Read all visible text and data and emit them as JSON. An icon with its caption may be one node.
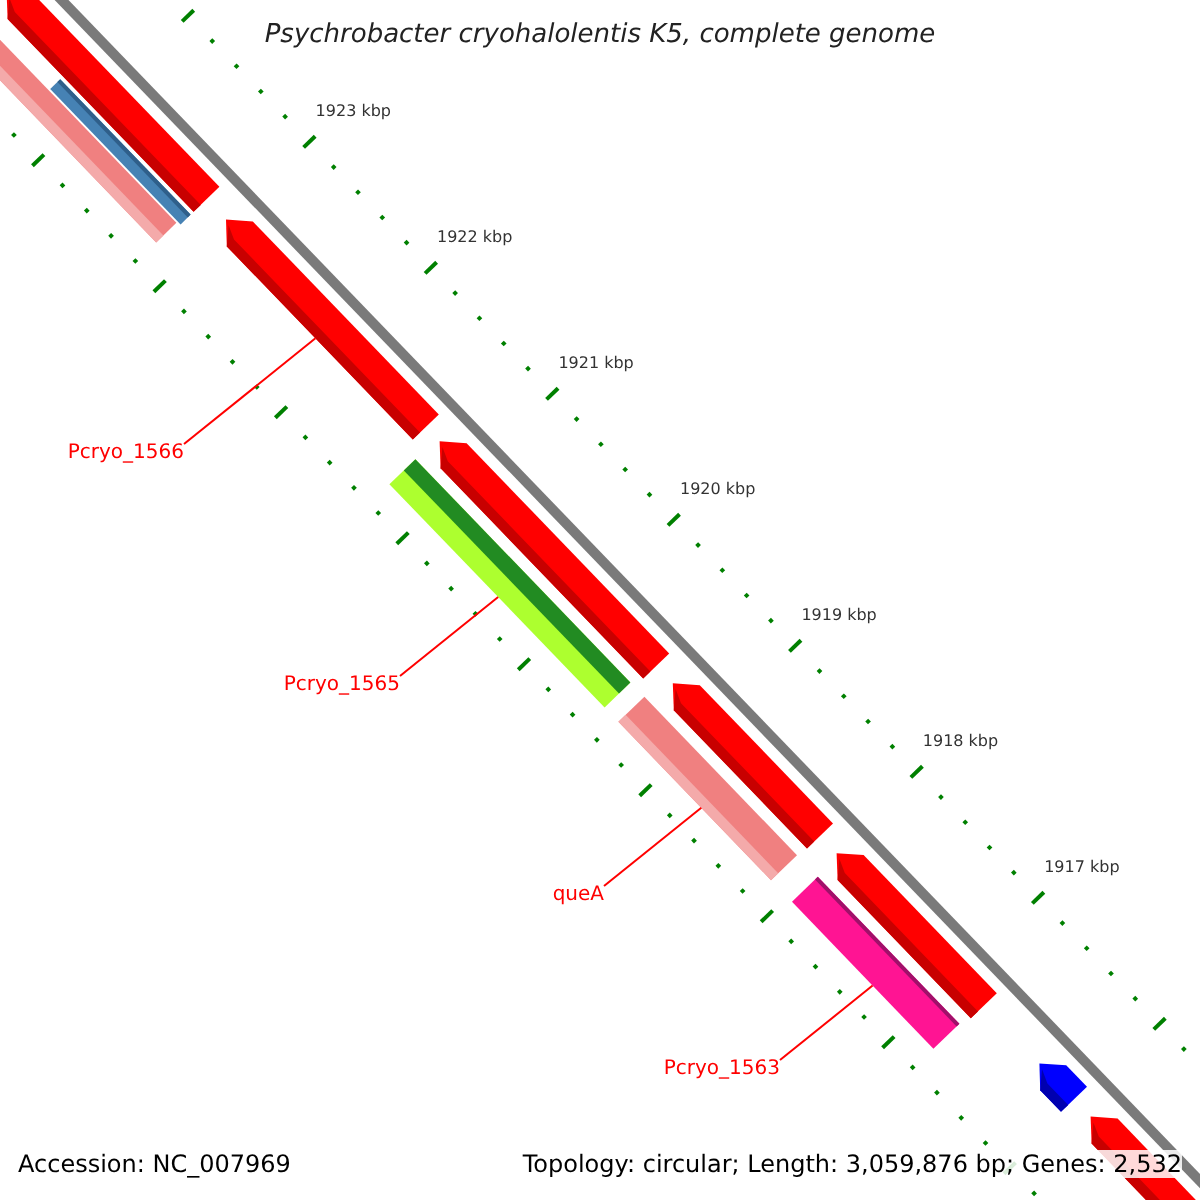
{
  "diagram": {
    "title": "Psychrobacter cryohalolentis K5, complete genome",
    "nodes": [
      {
        "text": [],
        "shape": "bar"
      },
      {
        "text": [],
        "shape": "bar"
      },
      {
        "text": [],
        "shape": "bar"
      },
      {
        "text": [],
        "shape": "bar"
      },
      {
        "text": [
          "Pcryo_1566"
        ]
      },
      {
        "text": [],
        "shape": "bar"
      },
      {
        "text": [],
        "shape": "bar"
      },
      {
        "text": [
          "Pcryo_1565"
        ]
      },
      {
        "text": [],
        "shape": "bar"
      },
      {
        "text": [],
        "shape": "bar"
      },
      {
        "text": [
          "queA"
        ]
      },
      {
        "text": [],
        "shape": "bar"
      },
      {
        "text": [],
        "shape": "bar"
      },
      {
        "text": [
          "Pcryo_1563"
        ]
      },
      {
        "text": [],
        "shape": "bar"
      },
      {
        "text": [],
        "shape": "bar"
      }
    ],
    "edges": [
      {
        "from": 4,
        "to": 3,
        "arrow": "none"
      },
      {
        "from": 7,
        "to": 6,
        "arrow": "none"
      },
      {
        "from": 10,
        "to": 9,
        "arrow": "none"
      },
      {
        "from": 13,
        "to": 12,
        "arrow": "none"
      }
    ],
    "labels": [
      "1923 kbp",
      "1922 kbp",
      "1921 kbp",
      "1920 kbp",
      "1919 kbp",
      "1918 kbp",
      "1917 kbp",
      "Accession: NC_007969",
      "Topology: circular; Length: 3,059,876 bp; Genes: 2,532"
    ]
  }
}
